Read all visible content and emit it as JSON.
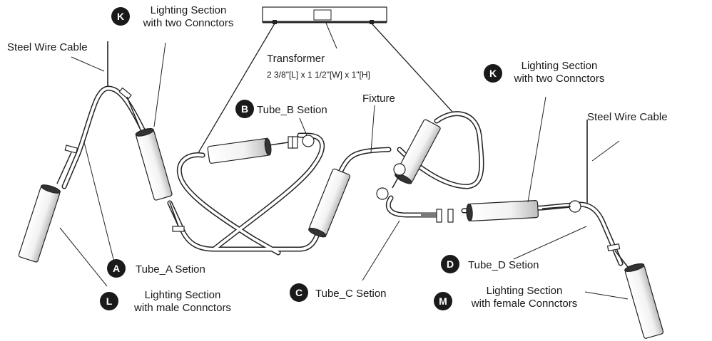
{
  "labels": {
    "steel_wire_left": "Steel Wire Cable",
    "steel_wire_right": "Steel Wire Cable",
    "transformer_title": "Transformer",
    "transformer_dims": "2 3/8\"[L] x 1 1/2\"[W] x 1\"[H]",
    "fixture": "Fixture",
    "k_top_line1": "Lighting Section",
    "k_top_line2": "with two Connctors",
    "k_right_line1": "Lighting Section",
    "k_right_line2": "with two Connctors",
    "tube_a": "Tube_A Setion",
    "tube_b": "Tube_B Setion",
    "tube_c": "Tube_C Setion",
    "tube_d": "Tube_D Setion",
    "l_line1": "Lighting Section",
    "l_line2": "with male Connctors",
    "m_line1": "Lighting Section",
    "m_line2": "with female Connctors"
  },
  "badges": {
    "k_top": "K",
    "k_right": "K",
    "a": "A",
    "b": "B",
    "c": "C",
    "d": "D",
    "l": "L",
    "m": "M"
  }
}
